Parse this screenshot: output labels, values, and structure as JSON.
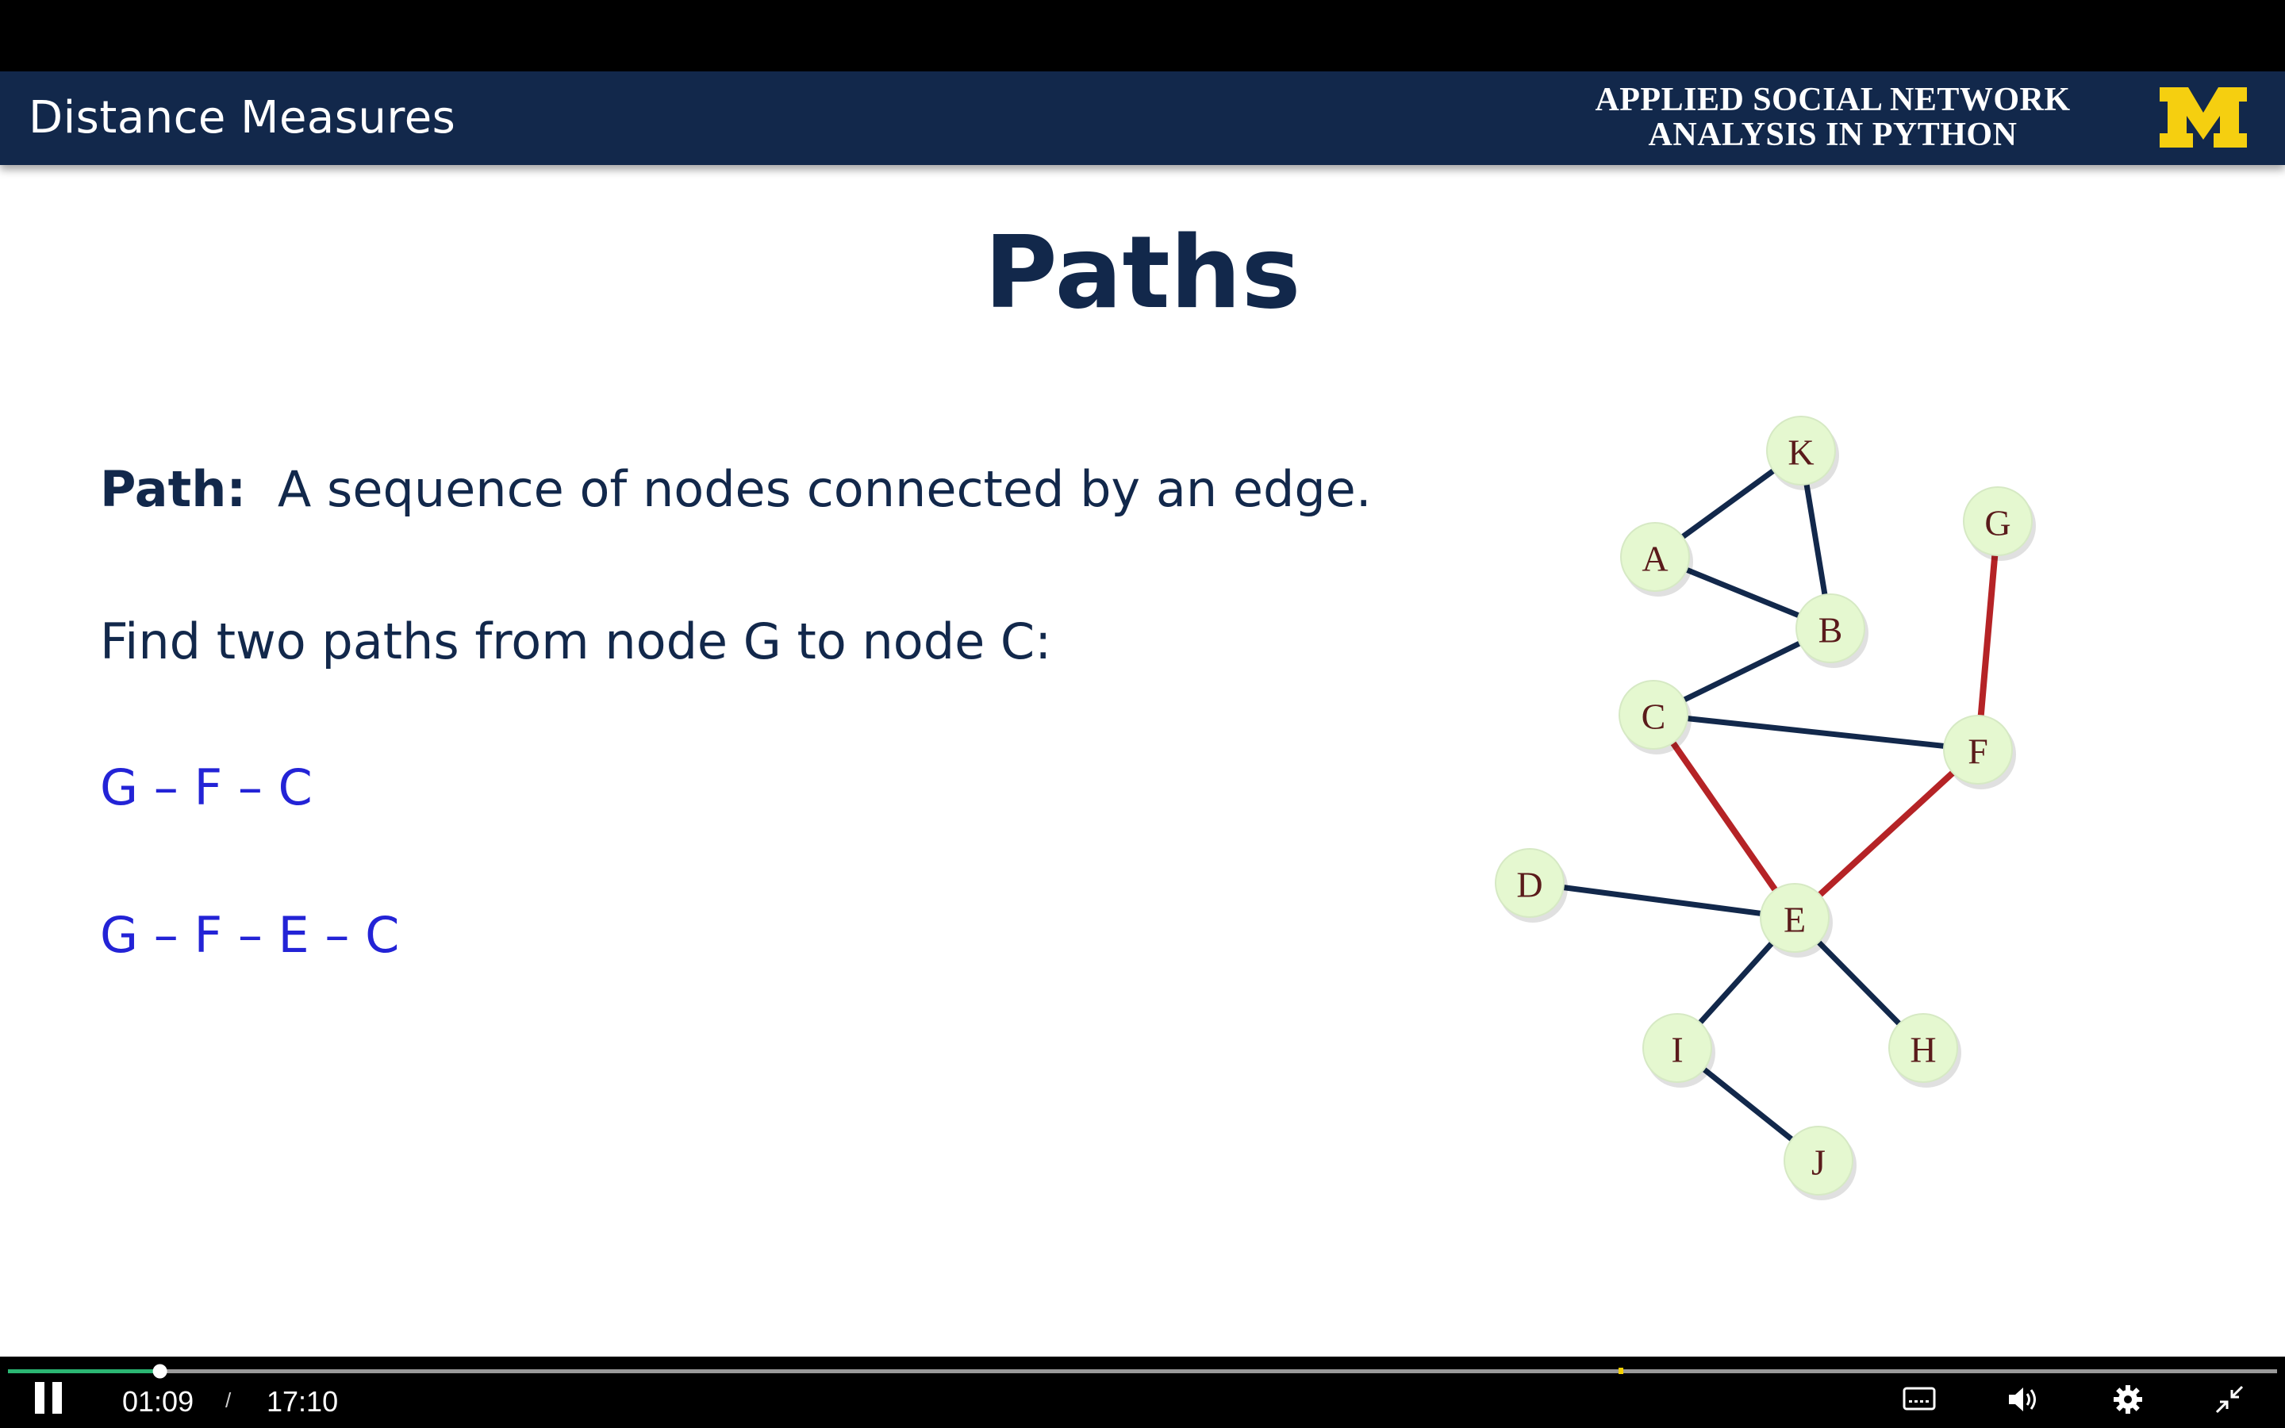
{
  "banner": {
    "title": "Distance Measures",
    "course_line1": "APPLIED SOCIAL NETWORK",
    "course_line2": "ANALYSIS IN PYTHON",
    "logo_text": "M"
  },
  "slide": {
    "title": "Paths",
    "definition_term": "Path:",
    "definition_text": "A sequence of nodes connected by an edge.",
    "question": "Find two paths from node G to node C:",
    "path1": "G – F – C",
    "path2": "G – F – E – C"
  },
  "graph": {
    "nodes": [
      "K",
      "G",
      "A",
      "B",
      "C",
      "F",
      "D",
      "E",
      "I",
      "H",
      "J"
    ],
    "edges": [
      {
        "from": "A",
        "to": "K",
        "highlight": false
      },
      {
        "from": "K",
        "to": "B",
        "highlight": false
      },
      {
        "from": "A",
        "to": "B",
        "highlight": false
      },
      {
        "from": "B",
        "to": "C",
        "highlight": false
      },
      {
        "from": "C",
        "to": "F",
        "highlight": false
      },
      {
        "from": "G",
        "to": "F",
        "highlight": true
      },
      {
        "from": "C",
        "to": "E",
        "highlight": true
      },
      {
        "from": "F",
        "to": "E",
        "highlight": true
      },
      {
        "from": "D",
        "to": "E",
        "highlight": false
      },
      {
        "from": "E",
        "to": "I",
        "highlight": false
      },
      {
        "from": "E",
        "to": "H",
        "highlight": false
      },
      {
        "from": "I",
        "to": "J",
        "highlight": false
      }
    ],
    "colors": {
      "edge": "#12284b",
      "highlight": "#b52326",
      "node_fill": "#e5f8d0"
    }
  },
  "player": {
    "current_time": "01:09",
    "separator": "/",
    "duration": "17:10",
    "progress_fraction": 0.067,
    "colors": {
      "played": "#2bb673",
      "track": "#9a9a9a",
      "marker": "#f5d000"
    }
  },
  "icons": {
    "pause": "pause-icon",
    "captions": "captions-icon",
    "volume": "volume-icon",
    "settings": "gear-icon",
    "exit_fullscreen": "exit-fullscreen-icon"
  }
}
